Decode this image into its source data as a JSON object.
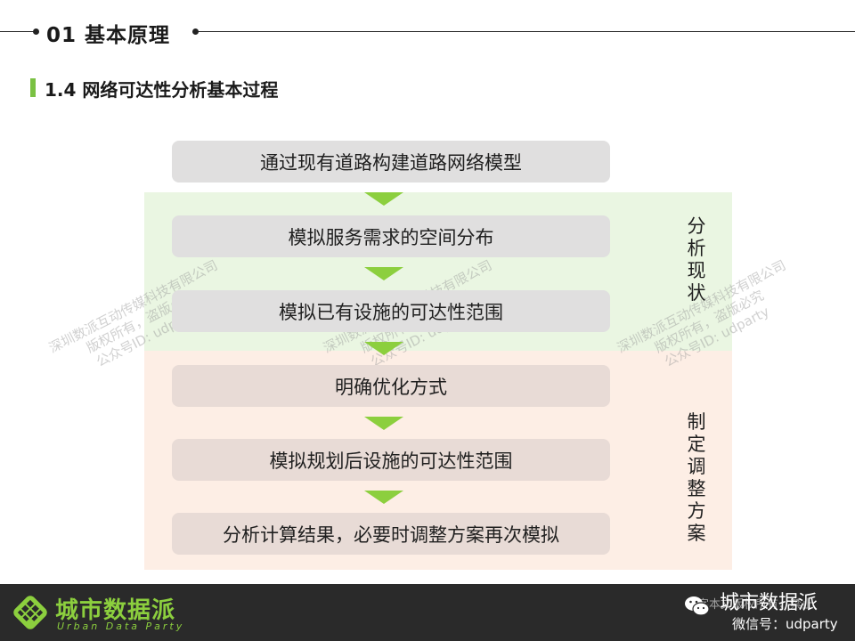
{
  "header": {
    "title": "01  基本原理"
  },
  "subtitle": "1.4 网络可达性分析基本过程",
  "steps": [
    "通过现有道路构建道路网络模型",
    "模拟服务需求的空间分布",
    "模拟已有设施的可达性范围",
    "明确优化方式",
    "模拟规划后设施的可达性范围",
    "分析计算结果，必要时调整方案再次模拟"
  ],
  "groups": {
    "current": "分析现状",
    "plan": "制定调整方案"
  },
  "colors": {
    "accent_green": "#8ccf3e",
    "panel_green": "#eaf6e2",
    "panel_pink": "#fdeee5",
    "step_gray": "#e0dfdf",
    "footer_bg": "#2a2a2a"
  },
  "watermark": {
    "line1": "深圳数派互动传媒科技有限公司",
    "line2": "版权所有，盗版必究",
    "line3": "公众号ID: udparty"
  },
  "footer": {
    "logo_cn": "城市数据派",
    "logo_en": "Urban Data Party",
    "notice": "字本文版权所有，禁止",
    "brand": "城市数据派",
    "wechat_id": "微信号：udparty"
  }
}
